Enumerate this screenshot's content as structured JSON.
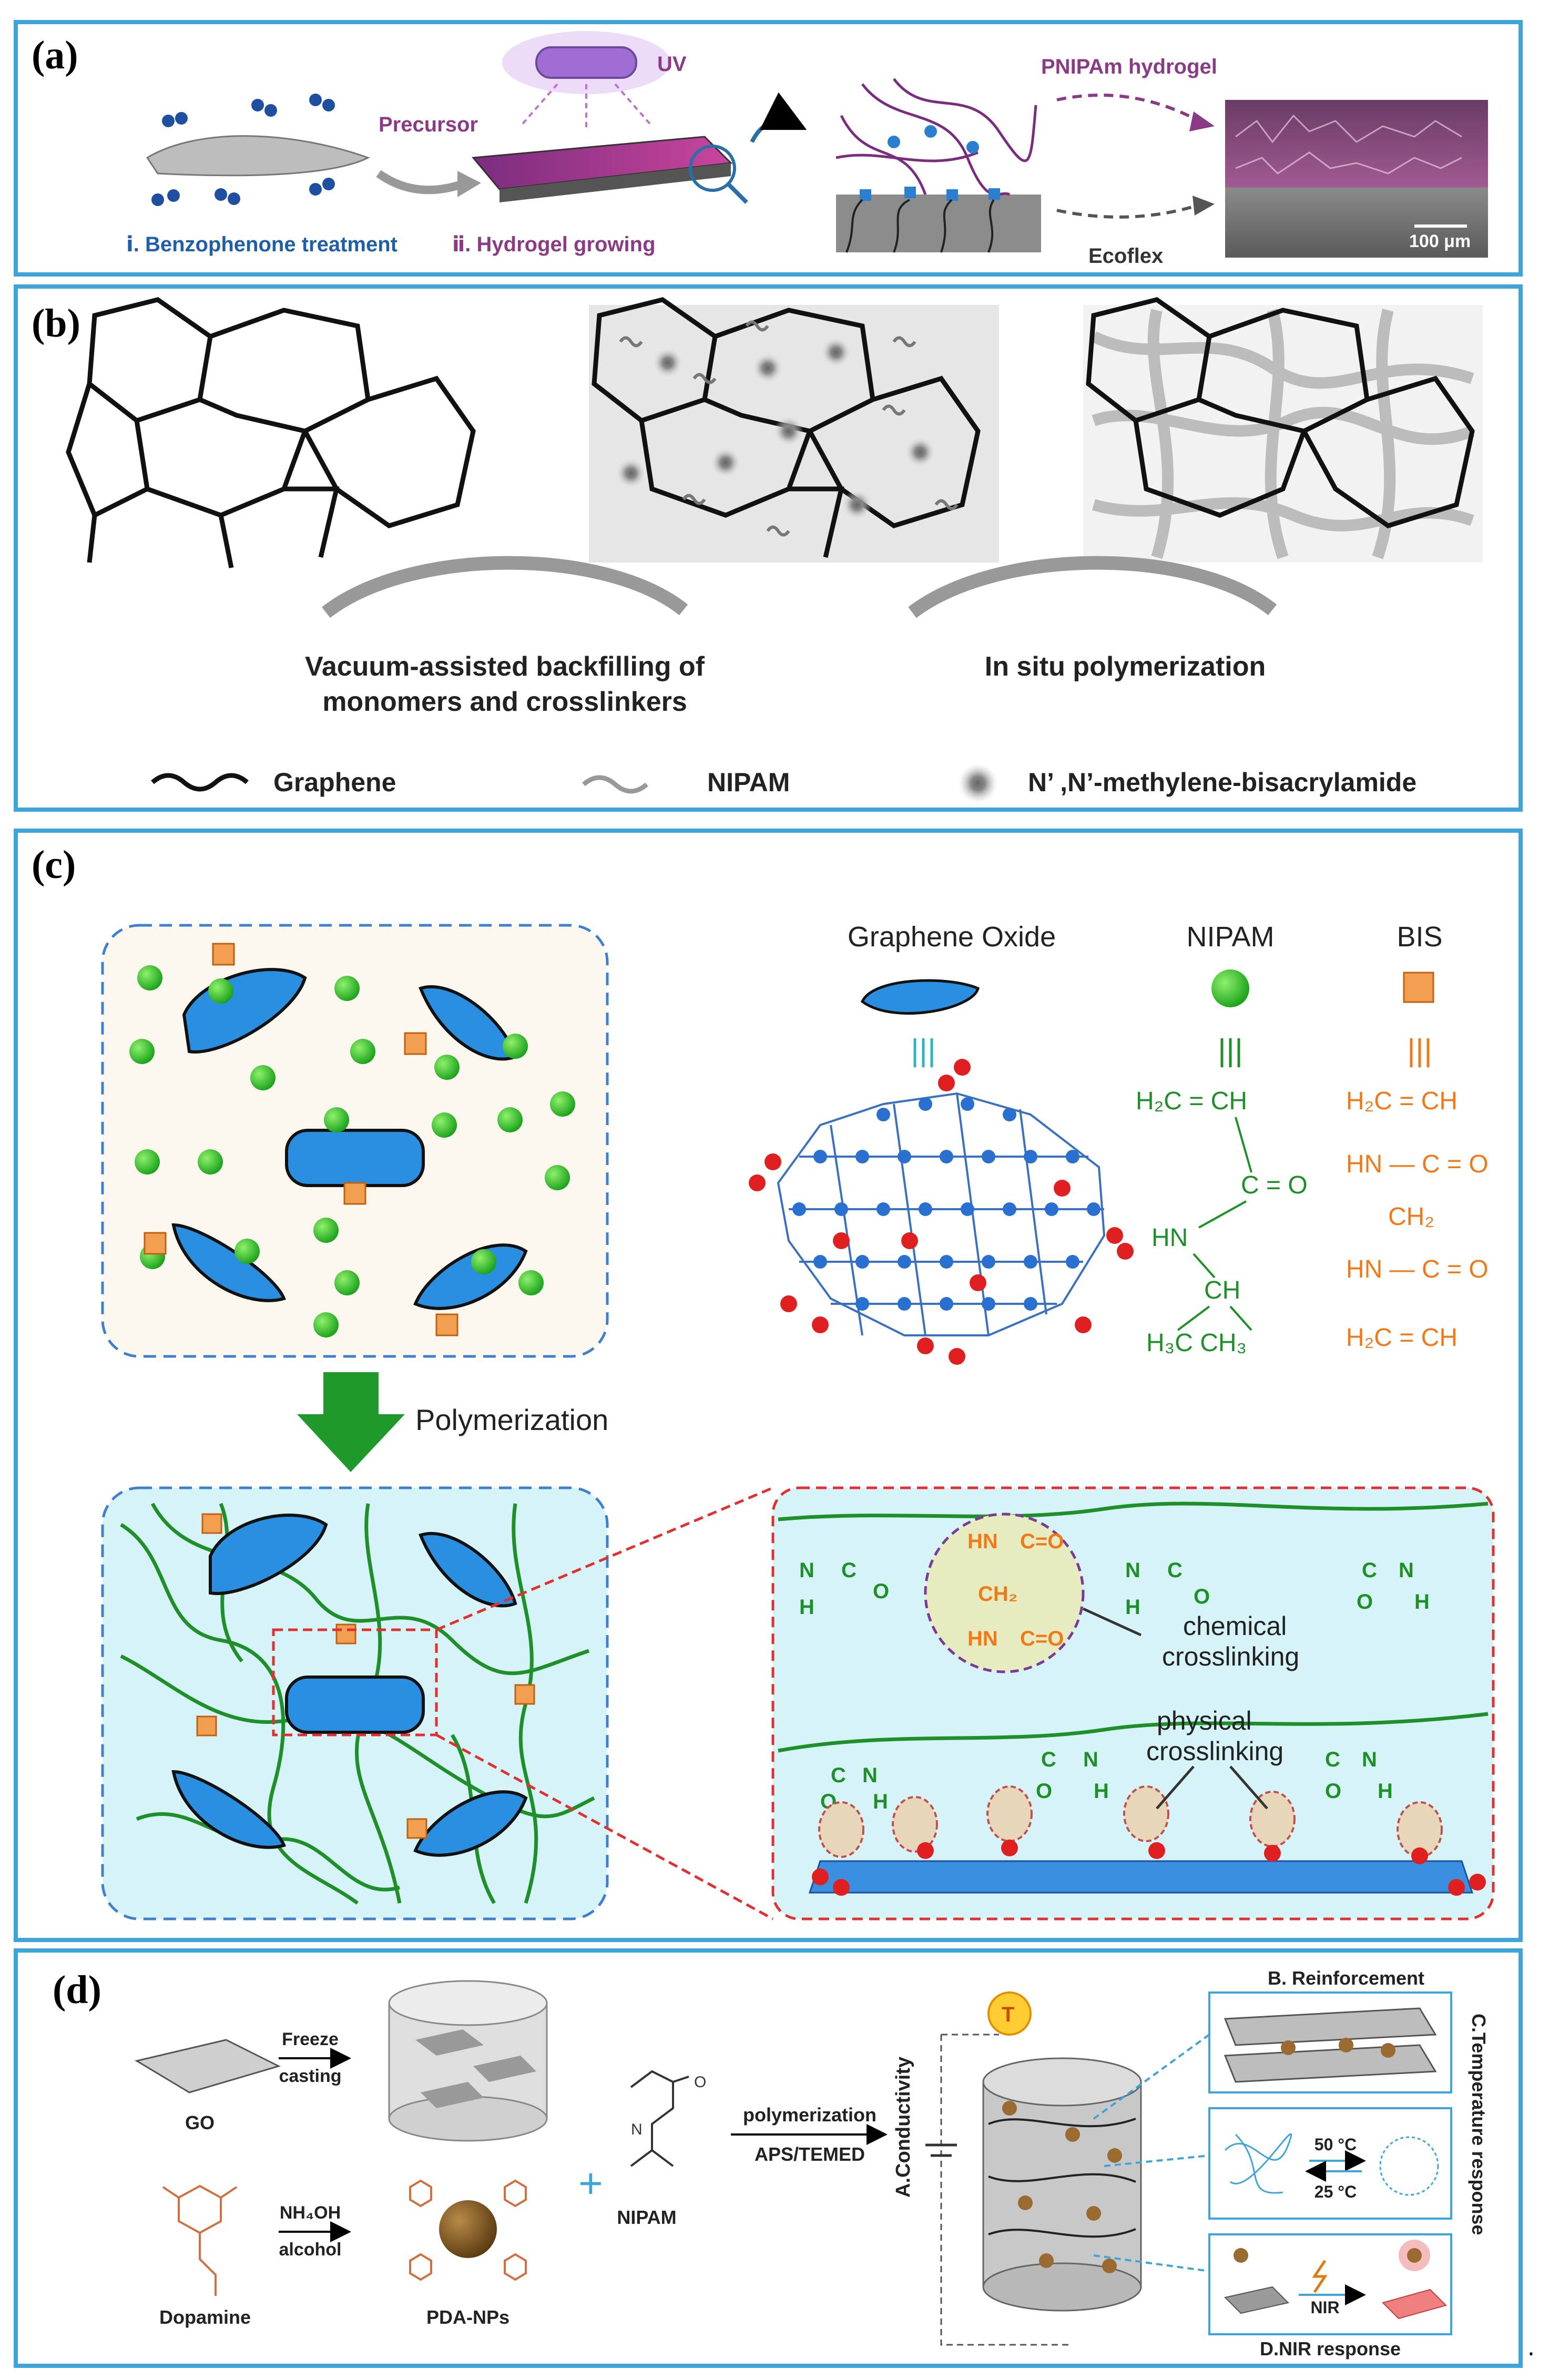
{
  "panels": {
    "a": {
      "label": "(a)",
      "uv": "UV",
      "precursor": "Precursor",
      "hydrogel_title": "PNIPAm hydrogel",
      "step1": "ⅰ. Benzophenone treatment",
      "step2": "ⅱ. Hydrogel growing",
      "ecoflex": "Ecoflex",
      "scale": "100 μm"
    },
    "b": {
      "label": "(b)",
      "step1_line1": "Vacuum-assisted backfilling of",
      "step1_line2": "monomers and crosslinkers",
      "step2": "In situ polymerization",
      "legend_graphene": "Graphene",
      "legend_nipam": "NIPAM",
      "legend_bis": "N’ ,N’-methylene-bisacrylamide"
    },
    "c": {
      "label": "(c)",
      "go_title": "Graphene Oxide",
      "nipam_title": "NIPAM",
      "bis_title": "BIS",
      "polymerization": "Polymerization",
      "nipam_formula": [
        "H₂C = CH",
        "C = O",
        "HN",
        "CH",
        "H₃C   CH₃"
      ],
      "bis_formula": [
        "H₂C = CH",
        "HN — C = O",
        "CH₂",
        "HN — C = O",
        "H₂C = CH"
      ],
      "chemical_line1": "chemical",
      "chemical_line2": "crosslinking",
      "physical_line1": "physical",
      "physical_line2": "crosslinking"
    },
    "d": {
      "label": "(d)",
      "freeze_line1": "Freeze",
      "freeze_line2": "casting",
      "go": "GO",
      "nh4oh": "NH₄OH",
      "alcohol": "alcohol",
      "dopamine": "Dopamine",
      "pda": "PDA-NPs",
      "nipam": "NIPAM",
      "polymerization": "polymerization",
      "aps": "APS/TEMED",
      "conductivity": "A.Conductivity",
      "reinforcement": "B. Reinforcement",
      "temperature": "C.Temperature response",
      "t50": "50 °C",
      "t25": "25 °C",
      "nir": "NIR",
      "nir_response": "D.NIR response",
      "t_bulb": "T"
    }
  },
  "colors": {
    "frame": "#3fa4d8",
    "blue_text": "#1f5fa8",
    "purple_text": "#8b3a86",
    "green": "#1f8f2a",
    "orange": "#f07a1a",
    "go_blue": "#2a8fe0"
  }
}
